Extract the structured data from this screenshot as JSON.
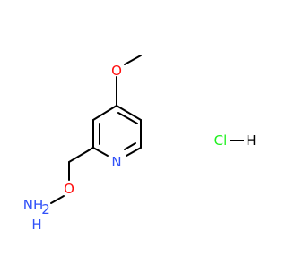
{
  "molecule": {
    "atoms": {
      "oxygen_methoxy": {
        "label": "O",
        "color": "#ff0d0d"
      },
      "nitrogen_ring": {
        "label": "N",
        "color": "#3050f8"
      },
      "oxygen_linker": {
        "label": "O",
        "color": "#ff0d0d"
      },
      "amine": {
        "label": "NH",
        "subscript": "2",
        "color": "#3050f8"
      },
      "hydrogen_amine": {
        "label": "H",
        "color": "#3050f8"
      }
    },
    "salt": {
      "label": "Cl",
      "hydrogen": "H",
      "cl_color": "#1ff01f",
      "h_color": "#000000"
    },
    "bond_color": "#000000"
  }
}
